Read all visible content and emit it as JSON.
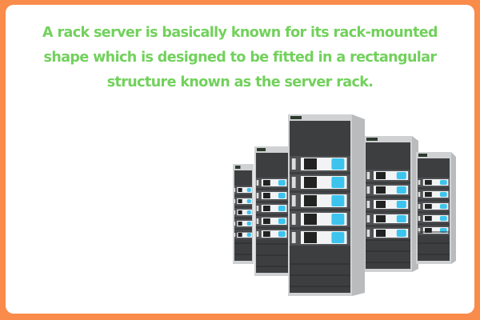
{
  "caption": {
    "lines": [
      "A rack server is basically known for its rack-mounted",
      "shape which is designed to be fitted in a rectangular",
      "structure known as the server rack."
    ],
    "color": "#72d15c"
  },
  "frame": {
    "border_color": "#f98b4b",
    "background": "#ffffff"
  },
  "illustration": {
    "subject": "server-racks",
    "rack_count": 5,
    "accent_color": "#3cc4ee"
  }
}
